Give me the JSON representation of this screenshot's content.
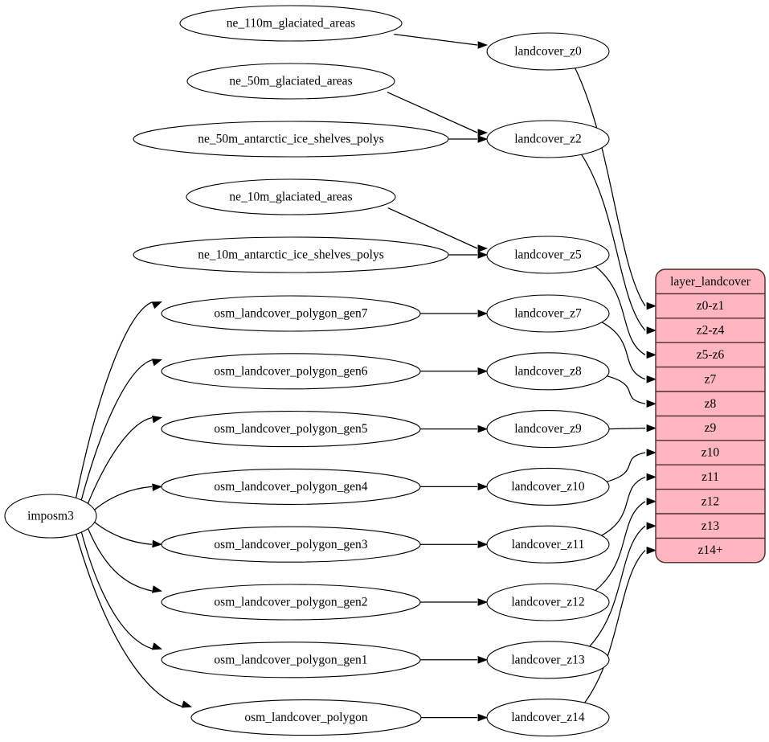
{
  "diagram": {
    "type": "graphviz-directed-graph",
    "background_color": "#ffffff",
    "source_node": {
      "id": "imposm3",
      "label": "imposm3",
      "shape": "ellipse"
    },
    "natural_earth_sources": [
      {
        "id": "ne_110m_glaciated_areas",
        "label": "ne_110m_glaciated_areas"
      },
      {
        "id": "ne_50m_glaciated_areas",
        "label": "ne_50m_glaciated_areas"
      },
      {
        "id": "ne_50m_antarctic_ice_shelves_polys",
        "label": "ne_50m_antarctic_ice_shelves_polys"
      },
      {
        "id": "ne_10m_glaciated_areas",
        "label": "ne_10m_glaciated_areas"
      },
      {
        "id": "ne_10m_antarctic_ice_shelves_polys",
        "label": "ne_10m_antarctic_ice_shelves_polys"
      }
    ],
    "osm_sources": [
      {
        "id": "osm_landcover_polygon_gen7",
        "label": "osm_landcover_polygon_gen7"
      },
      {
        "id": "osm_landcover_polygon_gen6",
        "label": "osm_landcover_polygon_gen6"
      },
      {
        "id": "osm_landcover_polygon_gen5",
        "label": "osm_landcover_polygon_gen5"
      },
      {
        "id": "osm_landcover_polygon_gen4",
        "label": "osm_landcover_polygon_gen4"
      },
      {
        "id": "osm_landcover_polygon_gen3",
        "label": "osm_landcover_polygon_gen3"
      },
      {
        "id": "osm_landcover_polygon_gen2",
        "label": "osm_landcover_polygon_gen2"
      },
      {
        "id": "osm_landcover_polygon_gen1",
        "label": "osm_landcover_polygon_gen1"
      },
      {
        "id": "osm_landcover_polygon",
        "label": "osm_landcover_polygon"
      }
    ],
    "landcover_nodes": [
      {
        "id": "landcover_z0",
        "label": "landcover_z0"
      },
      {
        "id": "landcover_z2",
        "label": "landcover_z2"
      },
      {
        "id": "landcover_z5",
        "label": "landcover_z5"
      },
      {
        "id": "landcover_z7",
        "label": "landcover_z7"
      },
      {
        "id": "landcover_z8",
        "label": "landcover_z8"
      },
      {
        "id": "landcover_z9",
        "label": "landcover_z9"
      },
      {
        "id": "landcover_z10",
        "label": "landcover_z10"
      },
      {
        "id": "landcover_z11",
        "label": "landcover_z11"
      },
      {
        "id": "landcover_z12",
        "label": "landcover_z12"
      },
      {
        "id": "landcover_z13",
        "label": "landcover_z13"
      },
      {
        "id": "landcover_z14",
        "label": "landcover_z14"
      }
    ],
    "layer_table": {
      "id": "layer_landcover",
      "header": "layer_landcover",
      "fill_color": "#ffb6c1",
      "border_color": "#4d2b2b",
      "rows": [
        {
          "label": "z0-z1"
        },
        {
          "label": "z2-z4"
        },
        {
          "label": "z5-z6"
        },
        {
          "label": "z7"
        },
        {
          "label": "z8"
        },
        {
          "label": "z9"
        },
        {
          "label": "z10"
        },
        {
          "label": "z11"
        },
        {
          "label": "z12"
        },
        {
          "label": "z13"
        },
        {
          "label": "z14+"
        }
      ]
    },
    "edges": [
      {
        "from": "ne_110m_glaciated_areas",
        "to": "landcover_z0"
      },
      {
        "from": "ne_50m_glaciated_areas",
        "to": "landcover_z2"
      },
      {
        "from": "ne_50m_antarctic_ice_shelves_polys",
        "to": "landcover_z2"
      },
      {
        "from": "ne_10m_glaciated_areas",
        "to": "landcover_z5"
      },
      {
        "from": "ne_10m_antarctic_ice_shelves_polys",
        "to": "landcover_z5"
      },
      {
        "from": "imposm3",
        "to": "osm_landcover_polygon_gen7"
      },
      {
        "from": "imposm3",
        "to": "osm_landcover_polygon_gen6"
      },
      {
        "from": "imposm3",
        "to": "osm_landcover_polygon_gen5"
      },
      {
        "from": "imposm3",
        "to": "osm_landcover_polygon_gen4"
      },
      {
        "from": "imposm3",
        "to": "osm_landcover_polygon_gen3"
      },
      {
        "from": "imposm3",
        "to": "osm_landcover_polygon_gen2"
      },
      {
        "from": "imposm3",
        "to": "osm_landcover_polygon_gen1"
      },
      {
        "from": "imposm3",
        "to": "osm_landcover_polygon"
      },
      {
        "from": "osm_landcover_polygon_gen7",
        "to": "landcover_z7"
      },
      {
        "from": "osm_landcover_polygon_gen6",
        "to": "landcover_z8"
      },
      {
        "from": "osm_landcover_polygon_gen5",
        "to": "landcover_z9"
      },
      {
        "from": "osm_landcover_polygon_gen4",
        "to": "landcover_z10"
      },
      {
        "from": "osm_landcover_polygon_gen3",
        "to": "landcover_z11"
      },
      {
        "from": "osm_landcover_polygon_gen2",
        "to": "landcover_z12"
      },
      {
        "from": "osm_landcover_polygon_gen1",
        "to": "landcover_z13"
      },
      {
        "from": "osm_landcover_polygon",
        "to": "landcover_z14"
      },
      {
        "from": "landcover_z0",
        "to": "layer_landcover:z0-z1"
      },
      {
        "from": "landcover_z2",
        "to": "layer_landcover:z2-z4"
      },
      {
        "from": "landcover_z5",
        "to": "layer_landcover:z5-z6"
      },
      {
        "from": "landcover_z7",
        "to": "layer_landcover:z7"
      },
      {
        "from": "landcover_z8",
        "to": "layer_landcover:z8"
      },
      {
        "from": "landcover_z9",
        "to": "layer_landcover:z9"
      },
      {
        "from": "landcover_z10",
        "to": "layer_landcover:z10"
      },
      {
        "from": "landcover_z11",
        "to": "layer_landcover:z11"
      },
      {
        "from": "landcover_z12",
        "to": "layer_landcover:z12"
      },
      {
        "from": "landcover_z13",
        "to": "layer_landcover:z13"
      },
      {
        "from": "landcover_z14",
        "to": "layer_landcover:z14+"
      }
    ]
  }
}
